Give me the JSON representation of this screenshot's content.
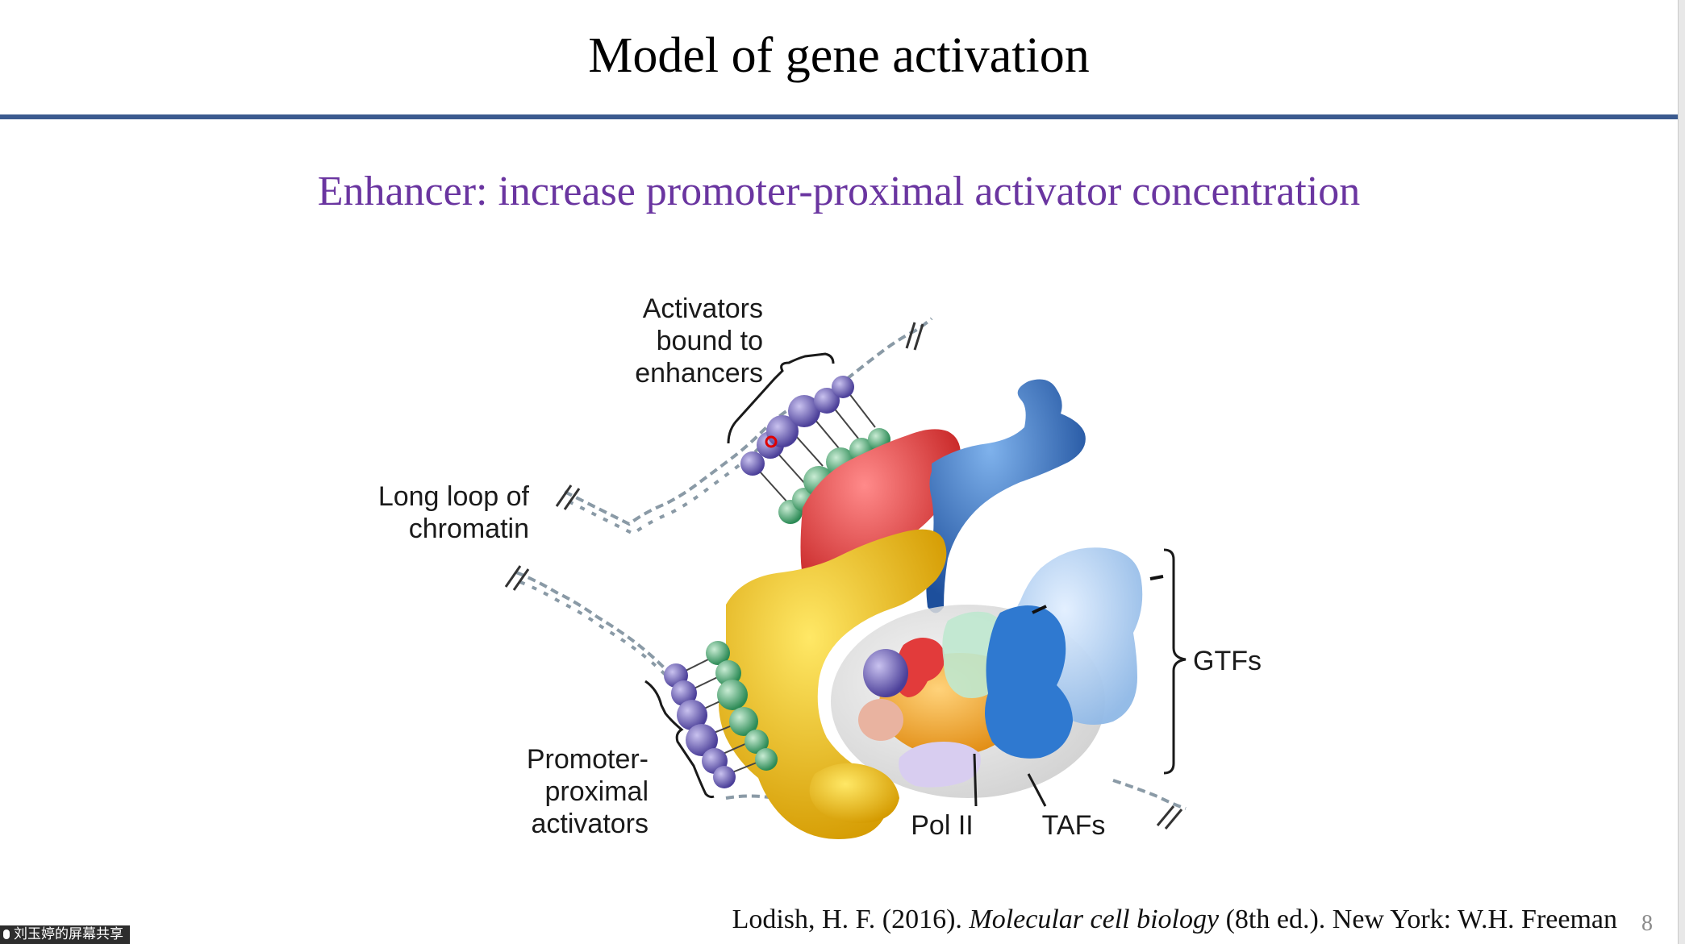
{
  "slide": {
    "title": "Model of gene activation",
    "subtitle": "Enhancer: increase promoter-proximal activator concentration",
    "page_number": "8"
  },
  "citation": {
    "prefix": "Lodish, H. F. (2016). ",
    "book_title": "Molecular cell biology",
    "suffix": " (8th ed.). New York: W.H. Freeman"
  },
  "diagram": {
    "labels": {
      "activators_line1": "Activators",
      "activators_line2": "bound to",
      "activators_line3": "enhancers",
      "loop_line1": "Long loop of",
      "loop_line2": "chromatin",
      "promoter_line1": "Promoter-",
      "promoter_line2": "proximal",
      "promoter_line3": "activators",
      "gtfs": "GTFs",
      "pol2": "Pol II",
      "tafs": "TAFs"
    },
    "colors": {
      "enhancer_activator_purple": "#6b5fb5",
      "activator_green": "#3f9e6a",
      "mediator_yellow": "#f2c200",
      "red_protein": "#e23b3b",
      "blue_protein": "#2f6fc4",
      "gtf_light_blue": "#a9ccec"
    }
  },
  "screen_share": {
    "label": "刘玉婷的屏幕共享"
  }
}
